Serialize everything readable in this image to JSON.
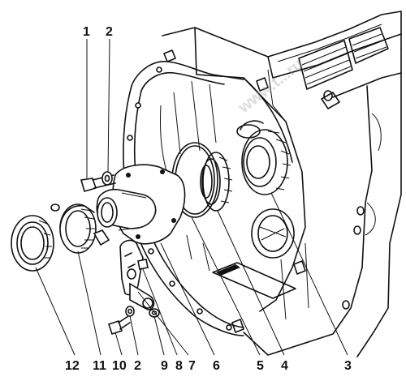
{
  "callouts": {
    "n1": "1",
    "n2_top": "2",
    "n12": "12",
    "n11": "11",
    "n10": "10",
    "n2_bottom": "2",
    "n9": "9",
    "n8": "8",
    "n7": "7",
    "n6": "6",
    "n5": "5",
    "n4": "4",
    "n3": "3"
  },
  "watermark_text": "www.t...ru"
}
